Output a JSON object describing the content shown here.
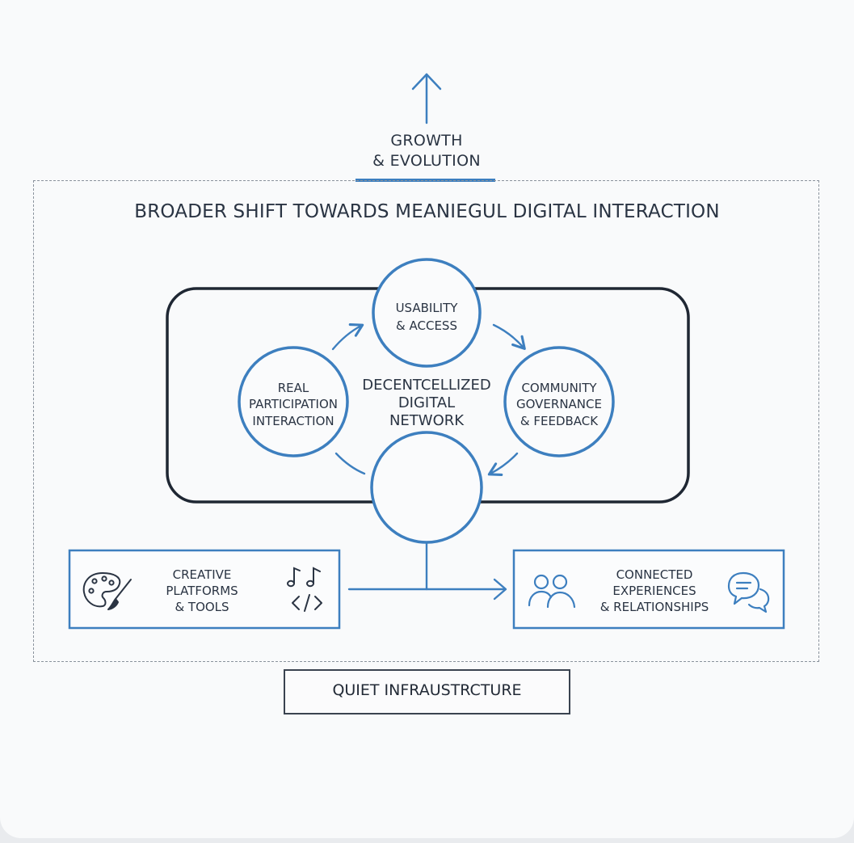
{
  "top": {
    "growth_lines": [
      "GROWTH",
      "& EVOLUTION"
    ]
  },
  "frame": {
    "headline": "BROADER SHIFT TOWARDS MEANIEGUL DIGITAL INTERACTION"
  },
  "core": {
    "lines": [
      "DECENTCELLIZED",
      "DIGITAL",
      "NETWORK"
    ]
  },
  "nodes": {
    "usability": [
      "USABILITY",
      "& ACCESS"
    ],
    "participation": [
      "REAL",
      "PARTICIPATION",
      "INTERACTION"
    ],
    "community": [
      "COMMUNITY",
      "GOVERNANCE",
      "& FEEDBACK"
    ],
    "bottom": []
  },
  "boxes": {
    "creative": [
      "CREATIVE",
      "PLATFORMS",
      "& TOOLS"
    ],
    "connected": [
      "CONNECTED",
      "EXPERIENCES",
      "& RELATIONSHIPS"
    ]
  },
  "footer": {
    "label": "QUIET INFRAUSTRCTURE"
  },
  "colors": {
    "accent": "#3d7fbf",
    "dark": "#222a36",
    "dashed": "#8a929c"
  },
  "icons": {
    "palette": "palette-icon",
    "music": "music-notes-icon",
    "code": "code-icon",
    "people": "people-icon",
    "chat": "chat-bubbles-icon",
    "growth_arrow": "arrow-up-icon"
  }
}
